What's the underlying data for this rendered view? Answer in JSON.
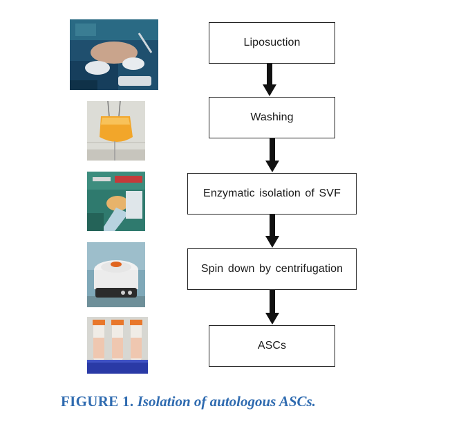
{
  "steps": [
    {
      "label": "Liposuction"
    },
    {
      "label": "Washing"
    },
    {
      "label": "Enzymatic isolation of SVF"
    },
    {
      "label": "Spin down by centrifugation"
    },
    {
      "label": "ASCs"
    }
  ],
  "caption": {
    "label": "FIGURE 1.",
    "text": "Isolation of autologous ASCs."
  },
  "colors": {
    "caption": "#2f6bb0",
    "box_border": "#222222",
    "arrow": "#111111"
  }
}
